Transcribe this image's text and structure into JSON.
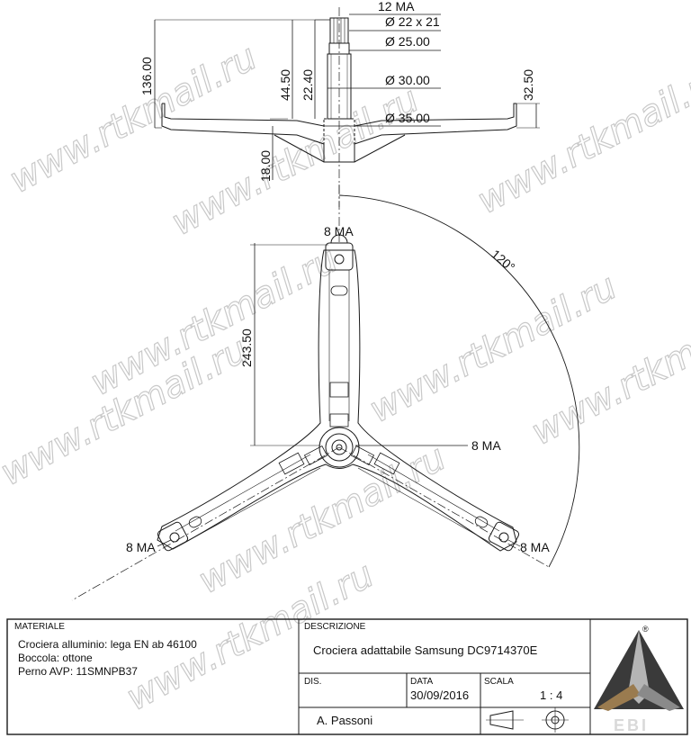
{
  "watermark": "www.rtkmail.ru",
  "dimensions": {
    "thread_top": "12 MA",
    "spline": "Ø 22 x 21",
    "d25": "Ø 25.00",
    "d30": "Ø 30.00",
    "d35": "Ø 35.00",
    "h136": "136.00",
    "h4450": "44.50",
    "h2240": "22.40",
    "h3250": "32.50",
    "h1800": "18.00",
    "arm_length": "243.50",
    "angle": "120°",
    "hole_top": "8 MA",
    "hole_center": "8 MA",
    "hole_left": "8 MA",
    "hole_right": "8 MA"
  },
  "title_block": {
    "materiale_label": "MATERIALE",
    "materiale_lines": [
      "Crociera alluminio: lega EN ab 46100",
      "Boccola: ottone",
      "Perno AVP: 11SMNPB37"
    ],
    "descrizione_label": "DESCRIZIONE",
    "descrizione": "Crociera adattabile Samsung DC9714370E",
    "dis_label": "DIS.",
    "dis_value": "A. Passoni",
    "data_label": "DATA",
    "data_value": "30/09/2016",
    "scala_label": "SCALA",
    "scala_value": "1 : 4",
    "logo_registered": "®",
    "logo_text": "EBI"
  },
  "colors": {
    "line": "#1a1a1a",
    "watermark": "#c9c9c9",
    "logo_dark": "#3a3a3a",
    "logo_gold": "#9a7b4f",
    "logo_grey": "#b5b5b5"
  }
}
